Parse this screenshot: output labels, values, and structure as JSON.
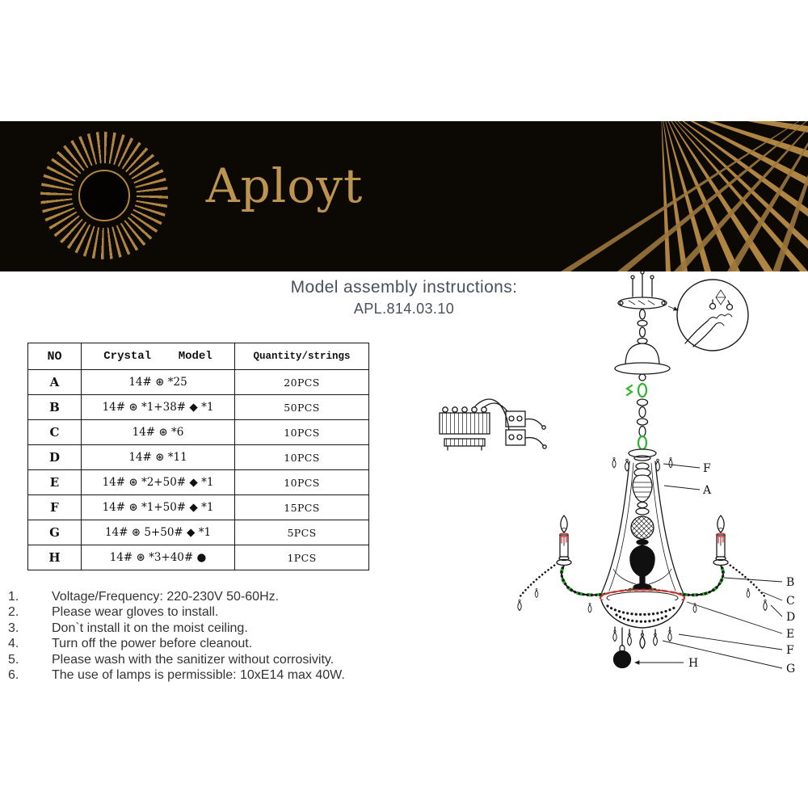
{
  "banner": {
    "brand": "Aployt"
  },
  "title": {
    "line1": "Model assembly instructions:",
    "line2": "APL.814.03.10"
  },
  "table": {
    "headers": {
      "no": "NO",
      "model": "Crystal    Model",
      "qty": "Quantity/strings"
    },
    "rows": [
      {
        "no": "A",
        "model": "14# ⊛ *25",
        "qty": "20PCS"
      },
      {
        "no": "B",
        "model": "14# ⊛ *1+38# ◆ *1",
        "qty": "50PCS"
      },
      {
        "no": "C",
        "model": "14# ⊛ *6",
        "qty": "10PCS"
      },
      {
        "no": "D",
        "model": "14# ⊛ *11",
        "qty": "10PCS"
      },
      {
        "no": "E",
        "model": "14# ⊛ *2+50# ◆ *1",
        "qty": "10PCS"
      },
      {
        "no": "F",
        "model": "14# ⊛ *1+50# ◆ *1",
        "qty": "15PCS"
      },
      {
        "no": "G",
        "model": "14# ⊛ 5+50# ◆ *1",
        "qty": "5PCS"
      },
      {
        "no": "H",
        "model": "14# ⊛ *3+40# ●",
        "qty": "1PCS"
      }
    ]
  },
  "notes": [
    {
      "num": "1.",
      "text": "Voltage/Frequency: 220-230V 50-60Hz."
    },
    {
      "num": "2.",
      "text": "Please wear gloves to install."
    },
    {
      "num": "3.",
      "text": "Don`t install it on the moist ceiling."
    },
    {
      "num": "4.",
      "text": "Turn off the power before cleanout."
    },
    {
      "num": "5.",
      "text": "Please wash with the sanitizer without corrosivity."
    },
    {
      "num": "6.",
      "text": "The use of lamps is permissible: 10xE14 max 40W."
    }
  ],
  "diagram": {
    "labels": {
      "f_top": "F",
      "a": "A",
      "b": "B",
      "c": "C",
      "d": "D",
      "e": "E",
      "f_bottom": "F",
      "g": "G",
      "h": "H"
    }
  },
  "colors": {
    "banner_bg": "#0c0905",
    "gold": "#b28544",
    "green": "#2db52d",
    "red": "#c53030",
    "ink": "#1a1a1a"
  }
}
